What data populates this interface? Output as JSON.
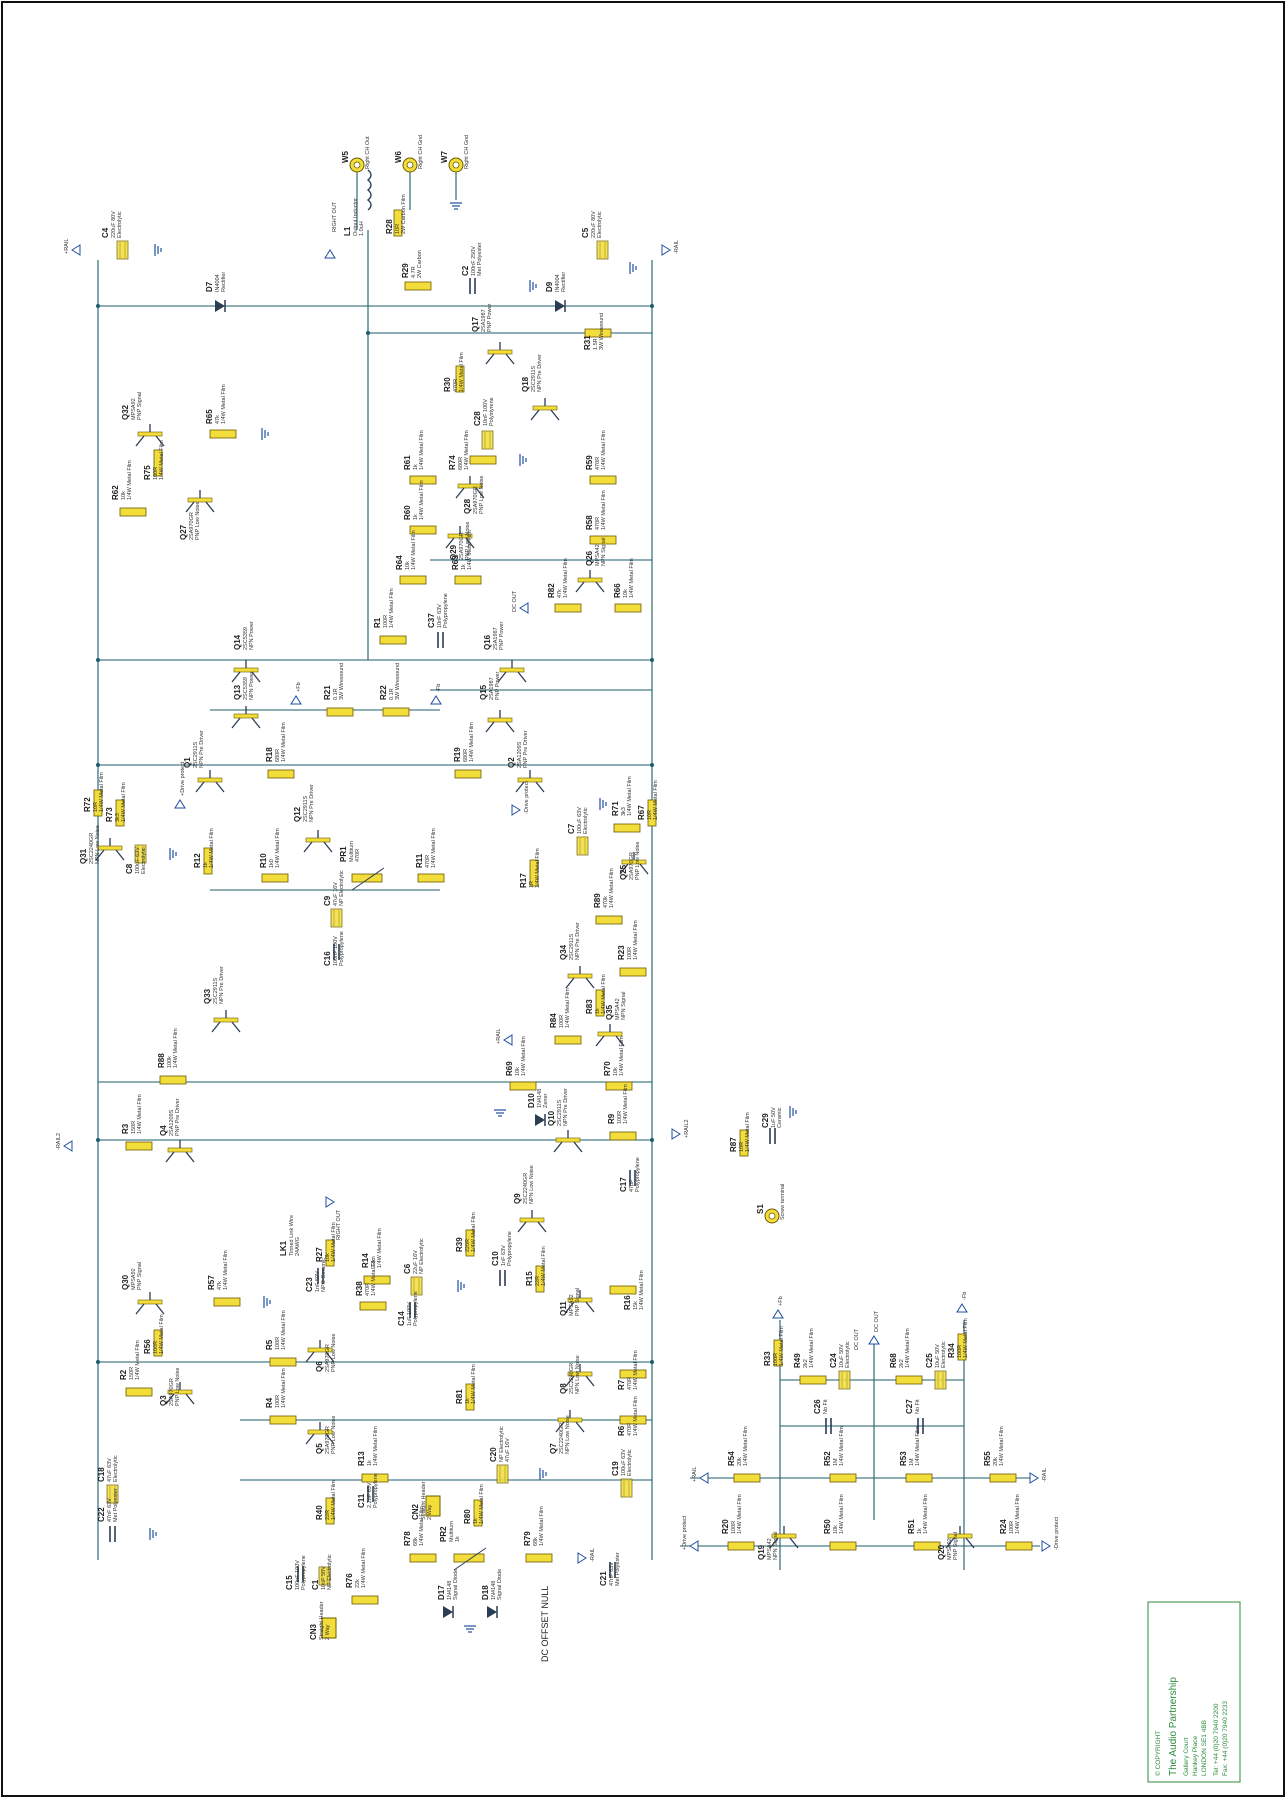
{
  "copyright": {
    "label": "© COPYRIGHT",
    "company": "The Audio Partnership",
    "lines": [
      "Gallery Court",
      "Hankey Place",
      "LONDON SE1 4BB"
    ],
    "tel": "Tel: +44 (0)20 7940 2200",
    "fax": "Fax: +44 (0)20 7940 2233"
  },
  "notes": {
    "dc_offset": "DC OFFSET NULL",
    "right_out": "RIGHT OUT"
  },
  "terminals": {
    "W5": {
      "ref": "W5",
      "desc": "Right CH Out"
    },
    "W6": {
      "ref": "W6",
      "desc": "Right CH Gnd"
    },
    "W7": {
      "ref": "W7",
      "desc": "Right CH Gnd"
    },
    "S1": {
      "ref": "S1",
      "desc": "Screw terminal"
    }
  },
  "rails": {
    "pos_rail": "+RAIL",
    "neg_rail": "-RAIL",
    "neg_rail2": "-RAIL2",
    "pos_rail2": "+RAIL2",
    "pos_fb": "+Fb",
    "neg_fb": "-Fb",
    "drive_pos": "+Drive protect",
    "drive_neg": "-Drive protect",
    "dc_out": "DC OUT",
    "pos_rail_b": "+RAIL",
    "neg_rail_b": "-RAIL"
  },
  "components": {
    "C4": {
      "ref": "C4",
      "v1": "220uF 80V",
      "v2": "Electrolytic"
    },
    "C5": {
      "ref": "C5",
      "v1": "220uF 80V",
      "v2": "Electrolytic"
    },
    "D7": {
      "ref": "D7",
      "v1": "IN4004",
      "v2": "Rectifier"
    },
    "D9": {
      "ref": "D9",
      "v1": "IN4004",
      "v2": "Rectifier"
    },
    "L1": {
      "ref": "L1",
      "v1": "Output Inductor",
      "v2": "1.0uH"
    },
    "R28": {
      "ref": "R28",
      "v1": "10R",
      "v2": "2W Carbon Film"
    },
    "R29": {
      "ref": "R29",
      "v1": "4.7R",
      "v2": "2W Carbon"
    },
    "C2": {
      "ref": "C2",
      "v1": "100nF 250V",
      "v2": "Met Polyester"
    },
    "Q17": {
      "ref": "Q17",
      "v1": "2SA1987",
      "v2": "PNP Power"
    },
    "R31": {
      "ref": "R31",
      "v1": "1.5R",
      "v2": "3W Wirewound"
    },
    "R30": {
      "ref": "R30",
      "v1": "470R",
      "v2": "1/4W Metal Film"
    },
    "Q18": {
      "ref": "Q18",
      "v1": "2SC2911S",
      "v2": "NPN Pre Driver"
    },
    "C28": {
      "ref": "C28",
      "v1": "10nF 100V",
      "v2": "Polystyrene"
    },
    "Q32": {
      "ref": "Q32",
      "v1": "MPSA92",
      "v2": "PNP Signal"
    },
    "R65": {
      "ref": "R65",
      "v1": "47k",
      "v2": "1/4W Metal Film"
    },
    "R75": {
      "ref": "R75",
      "v1": "100R",
      "v2": "1/4W Metal Film"
    },
    "R62": {
      "ref": "R62",
      "v1": "10k",
      "v2": "1/4W Metal Film"
    },
    "Q27": {
      "ref": "Q27",
      "v1": "2SA970GR",
      "v2": "PNP Low Noise"
    },
    "R61": {
      "ref": "R61",
      "v1": "1k",
      "v2": "1/4W Metal Film"
    },
    "R74": {
      "ref": "R74",
      "v1": "680R",
      "v2": "1/4W Metal Film"
    },
    "Q28": {
      "ref": "Q28",
      "v1": "2SA970GR",
      "v2": "PNP Low Noise"
    },
    "R59": {
      "ref": "R59",
      "v1": "470R",
      "v2": "1/4W Metal Film"
    },
    "R60": {
      "ref": "R60",
      "v1": "1k",
      "v2": "1/4W Metal Film"
    },
    "Q29": {
      "ref": "Q29",
      "v1": "2SA970GR",
      "v2": "PNP Low Noise"
    },
    "R58": {
      "ref": "R58",
      "v1": "470R",
      "v2": "1/4W Metal Film"
    },
    "Q26": {
      "ref": "Q26",
      "v1": "MPSA42",
      "v2": "NPN Signal"
    },
    "R64": {
      "ref": "R64",
      "v1": "10k",
      "v2": "1/4W Metal Film"
    },
    "R63": {
      "ref": "R63",
      "v1": "1k",
      "v2": "1/4W Metal Film"
    },
    "R82": {
      "ref": "R82",
      "v1": "47k",
      "v2": "1/4W Metal Film"
    },
    "R66": {
      "ref": "R66",
      "v1": "10k",
      "v2": "1/4W Metal Film"
    },
    "R1": {
      "ref": "R1",
      "v1": "100R",
      "v2": "1/4W Metal Film"
    },
    "C37": {
      "ref": "C37",
      "v1": "10nF 63V",
      "v2": "Polypropylene"
    },
    "Q14": {
      "ref": "Q14",
      "v1": "2SC5359",
      "v2": "NPN Power"
    },
    "Q16": {
      "ref": "Q16",
      "v1": "2SA1987",
      "v2": "PNP Power"
    },
    "Q13": {
      "ref": "Q13",
      "v1": "2SC5359",
      "v2": "NPN Power"
    },
    "Q15": {
      "ref": "Q15",
      "v1": "2SA1987",
      "v2": "PNP Power"
    },
    "R21": {
      "ref": "R21",
      "v1": "0.1R",
      "v2": "3W Wirewound"
    },
    "R22": {
      "ref": "R22",
      "v1": "0.1R",
      "v2": "3W Wirewound"
    },
    "R18": {
      "ref": "R18",
      "v1": "680R",
      "v2": "1/4W Metal Film"
    },
    "R19": {
      "ref": "R19",
      "v1": "680R",
      "v2": "1/4W Metal Film"
    },
    "Q1": {
      "ref": "Q1",
      "v1": "2SC2911S",
      "v2": "NPN Pre Driver"
    },
    "Q2": {
      "ref": "Q2",
      "v1": "2SA1209S",
      "v2": "PNP Pre Driver"
    },
    "R72": {
      "ref": "R72",
      "v1": "10R",
      "v2": "1/4W Metal Film"
    },
    "R73": {
      "ref": "R73",
      "v1": "3k3",
      "v2": "1/4W Metal Film"
    },
    "Q31": {
      "ref": "Q31",
      "v1": "2SC2240GR",
      "v2": "NPN Low Noise"
    },
    "C8": {
      "ref": "C8",
      "v1": "100uF 63V",
      "v2": "Electrolytic"
    },
    "Q12": {
      "ref": "Q12",
      "v1": "2SC2911S",
      "v2": "NPN Pre Driver"
    },
    "R12": {
      "ref": "R12",
      "v1": "1k",
      "v2": "1/4W Metal Film"
    },
    "R10": {
      "ref": "R10",
      "v1": "1k0",
      "v2": "1/4W Metal Film"
    },
    "PR1": {
      "ref": "PR1",
      "v1": "Multiturn",
      "v2": "470R"
    },
    "R11": {
      "ref": "R11",
      "v1": "470R",
      "v2": "1/4W Metal Film"
    },
    "C9": {
      "ref": "C9",
      "v1": "47uF 16V",
      "v2": "NP Electrolytic"
    },
    "C16": {
      "ref": "C16",
      "v1": "100nF 100V",
      "v2": "Polypropylene"
    },
    "C7": {
      "ref": "C7",
      "v1": "100uF 63V",
      "v2": "Electrolytic"
    },
    "R71": {
      "ref": "R71",
      "v1": "3k3",
      "v2": "1/4W Metal Film"
    },
    "R67": {
      "ref": "R67",
      "v1": "10R",
      "v2": "1/4W Metal Film"
    },
    "Q25": {
      "ref": "Q25",
      "v1": "2SA970GR",
      "v2": "PNP Low Noise"
    },
    "R17": {
      "ref": "R17",
      "v1": "1R",
      "v2": "1/4W Metal Film"
    },
    "R89": {
      "ref": "R89",
      "v1": "470k",
      "v2": "1/4W Metal Film"
    },
    "Q34": {
      "ref": "Q34",
      "v1": "2SC2911S",
      "v2": "NPN Pre Driver"
    },
    "R23": {
      "ref": "R23",
      "v1": "100R",
      "v2": "1/4W Metal Film"
    },
    "Q33": {
      "ref": "Q33",
      "v1": "2SC2911S",
      "v2": "NPN Pre Driver"
    },
    "R83": {
      "ref": "R83",
      "v1": "1k",
      "v2": "1/4W Metal Film"
    },
    "R84": {
      "ref": "R84",
      "v1": "100R",
      "v2": "1/4W Metal Film"
    },
    "Q35": {
      "ref": "Q35",
      "v1": "MPSA42",
      "v2": "NPN Signal"
    },
    "R88": {
      "ref": "R88",
      "v1": "100k",
      "v2": "1/4W Metal Film"
    },
    "R69": {
      "ref": "R69",
      "v1": "10k",
      "v2": "1/4W Metal Film"
    },
    "R70": {
      "ref": "R70",
      "v1": "10k",
      "v2": "1/4W Metal Film"
    },
    "D10": {
      "ref": "D10",
      "v1": "1N4148",
      "v2": "Zener"
    },
    "Q10": {
      "ref": "Q10",
      "v1": "2SC2911S",
      "v2": "NPN Pre Driver"
    },
    "R3": {
      "ref": "R3",
      "v1": "150R",
      "v2": "1/4W Metal Film"
    },
    "Q4": {
      "ref": "Q4",
      "v1": "2SA1209S",
      "v2": "PNP Pre Driver"
    },
    "R9": {
      "ref": "R9",
      "v1": "100R",
      "v2": "1/4W Metal Film"
    },
    "C17": {
      "ref": "C17",
      "v1": "47pF",
      "v2": "Polypropylene"
    },
    "R87": {
      "ref": "R87",
      "v1": "10R",
      "v2": "1/4W Metal Film"
    },
    "C29": {
      "ref": "C29",
      "v1": "1uF 50V",
      "v2": "Ceramic"
    },
    "LK1": {
      "ref": "LK1",
      "v1": "Tinned Link Wire",
      "v2": "24AWG"
    },
    "R27": {
      "ref": "R27",
      "v1": "10k",
      "v2": "1/4W Metal Film"
    },
    "C23": {
      "ref": "C23",
      "v1": "1nF 50V",
      "v2": "NPO Ceramic"
    },
    "R14": {
      "ref": "R14",
      "v1": "22k",
      "v2": "1/4W Metal Film"
    },
    "C6": {
      "ref": "C6",
      "v1": "22uF 16V",
      "v2": "NP Electrolytic"
    },
    "R38": {
      "ref": "R38",
      "v1": "470R",
      "v2": "1/4W Metal Film"
    },
    "C14": {
      "ref": "C14",
      "v1": "1uF 100V",
      "v2": "Polypropylene"
    },
    "R39": {
      "ref": "R39",
      "v1": "220R",
      "v2": "1/4W Metal Film"
    },
    "Q9": {
      "ref": "Q9",
      "v1": "2SC2240GR",
      "v2": "NPN Low Noise"
    },
    "C10": {
      "ref": "C10",
      "v1": "1nF 63V",
      "v2": "Polypropylene"
    },
    "R15": {
      "ref": "R15",
      "v1": "22R",
      "v2": "1/4W Metal Film"
    },
    "R16": {
      "ref": "R16",
      "v1": "15k",
      "v2": "1/4W Metal Film"
    },
    "Q11": {
      "ref": "Q11",
      "v1": "MPSA92",
      "v2": "PNP Signal"
    },
    "Q30": {
      "ref": "Q30",
      "v1": "MPSA92",
      "v2": "PNP Signal"
    },
    "R57": {
      "ref": "R57",
      "v1": "47k",
      "v2": "1/4W Metal Film"
    },
    "R56": {
      "ref": "R56",
      "v1": "100R",
      "v2": "1/4W Metal Film"
    },
    "R2": {
      "ref": "R2",
      "v1": "150R",
      "v2": "1/4W Metal Film"
    },
    "Q3": {
      "ref": "Q3",
      "v1": "2SA970GR",
      "v2": "PNP Low Noise"
    },
    "R5": {
      "ref": "R5",
      "v1": "100R",
      "v2": "1/4W Metal Film"
    },
    "Q6": {
      "ref": "Q6",
      "v1": "2SA970GR",
      "v2": "PNP Low Noise"
    },
    "R4": {
      "ref": "R4",
      "v1": "100R",
      "v2": "1/4W Metal Film"
    },
    "Q5": {
      "ref": "Q5",
      "v1": "2SA970GR",
      "v2": "PNP Low Noise"
    },
    "R81": {
      "ref": "R81",
      "v1": "1k",
      "v2": "1/4W Metal Film"
    },
    "Q8": {
      "ref": "Q8",
      "v1": "2SC2240GR",
      "v2": "NPN Low Noise"
    },
    "R7": {
      "ref": "R7",
      "v1": "470R",
      "v2": "1/4W Metal Film"
    },
    "Q7": {
      "ref": "Q7",
      "v1": "2SC2240GR",
      "v2": "NPN Low Noise"
    },
    "R6": {
      "ref": "R6",
      "v1": "470R",
      "v2": "1/4W Metal Film"
    },
    "C18": {
      "ref": "C18",
      "v1": "47uF 63V",
      "v2": "Electrolytic"
    },
    "C22": {
      "ref": "C22",
      "v1": "47nF 63V",
      "v2": "Met Polyester"
    },
    "R13": {
      "ref": "R13",
      "v1": "1k",
      "v2": "1/4W Metal Film"
    },
    "C11": {
      "ref": "C11",
      "v1": "2.2nF 63V",
      "v2": "Polypropylene"
    },
    "CN2": {
      "ref": "CN2",
      "v1": "Straight Header",
      "v2": "2 Way"
    },
    "R80": {
      "ref": "R80",
      "v1": "1k",
      "v2": "1/4W Metal Film"
    },
    "C20": {
      "ref": "C20",
      "v1": "NP Electrolytic",
      "v2": "47uF 16V"
    },
    "C19": {
      "ref": "C19",
      "v1": "100uF 63V",
      "v2": "Electrolytic"
    },
    "R40": {
      "ref": "R40",
      "v1": "22R",
      "v2": "1/4W Metal Film"
    },
    "R78": {
      "ref": "R78",
      "v1": "68k",
      "v2": "1/4W Metal Film"
    },
    "PR2": {
      "ref": "PR2",
      "v1": "Multiturn",
      "v2": "1k"
    },
    "R79": {
      "ref": "R79",
      "v1": "68k",
      "v2": "1/4W Metal Film"
    },
    "C21": {
      "ref": "C21",
      "v1": "47nF 63V",
      "v2": "Met Polyester"
    },
    "C15": {
      "ref": "C15",
      "v1": "100nF 100V",
      "v2": "Polypropylene"
    },
    "C1": {
      "ref": "C1",
      "v1": "10uF 50V",
      "v2": "NP Electrolytic"
    },
    "R76": {
      "ref": "R76",
      "v1": "22k",
      "v2": "1/4W Metal Film"
    },
    "D17": {
      "ref": "D17",
      "v1": "1N4148",
      "v2": "Signal Diode"
    },
    "D18": {
      "ref": "D18",
      "v1": "1N4148",
      "v2": "Signal Diode"
    },
    "CN3": {
      "ref": "CN3",
      "v1": "Straight Header",
      "v2": "2 Way"
    },
    "R33": {
      "ref": "R33",
      "v1": "100R",
      "v2": "1/4W Metal Film"
    },
    "R49": {
      "ref": "R49",
      "v1": "2k2",
      "v2": "1/4W Metal Film"
    },
    "C24": {
      "ref": "C24",
      "v1": "10uF 50V",
      "v2": "Electrolytic"
    },
    "R68": {
      "ref": "R68",
      "v1": "2k2",
      "v2": "1/4W Metal Film"
    },
    "C25": {
      "ref": "C25",
      "v1": "10uF 50V",
      "v2": "Electrolytic"
    },
    "R34": {
      "ref": "R34",
      "v1": "100R",
      "v2": "1/4W Metal Film"
    },
    "C26": {
      "ref": "C26",
      "v1": "No Fit",
      "v2": ""
    },
    "C27": {
      "ref": "C27",
      "v1": "No Fit",
      "v2": ""
    },
    "R54": {
      "ref": "R54",
      "v1": "20k",
      "v2": "1/4W Metal Film"
    },
    "R52": {
      "ref": "R52",
      "v1": "1M",
      "v2": "1/4W Metal Film"
    },
    "R53": {
      "ref": "R53",
      "v1": "1M",
      "v2": "1/4W Metal Film"
    },
    "R55": {
      "ref": "R55",
      "v1": "20k",
      "v2": "1/4W Metal Film"
    },
    "R20": {
      "ref": "R20",
      "v1": "100R",
      "v2": "1/4W Metal Film"
    },
    "Q19": {
      "ref": "Q19",
      "v1": "MPSA42",
      "v2": "NPN Signal"
    },
    "R50": {
      "ref": "R50",
      "v1": "10k",
      "v2": "1/4W Metal Film"
    },
    "R51": {
      "ref": "R51",
      "v1": "1k",
      "v2": "1/4W Metal Film"
    },
    "Q20": {
      "ref": "Q20",
      "v1": "MPSA92",
      "v2": "PNP Signal"
    },
    "R24": {
      "ref": "R24",
      "v1": "100R",
      "v2": "1/4W Metal Film"
    }
  }
}
